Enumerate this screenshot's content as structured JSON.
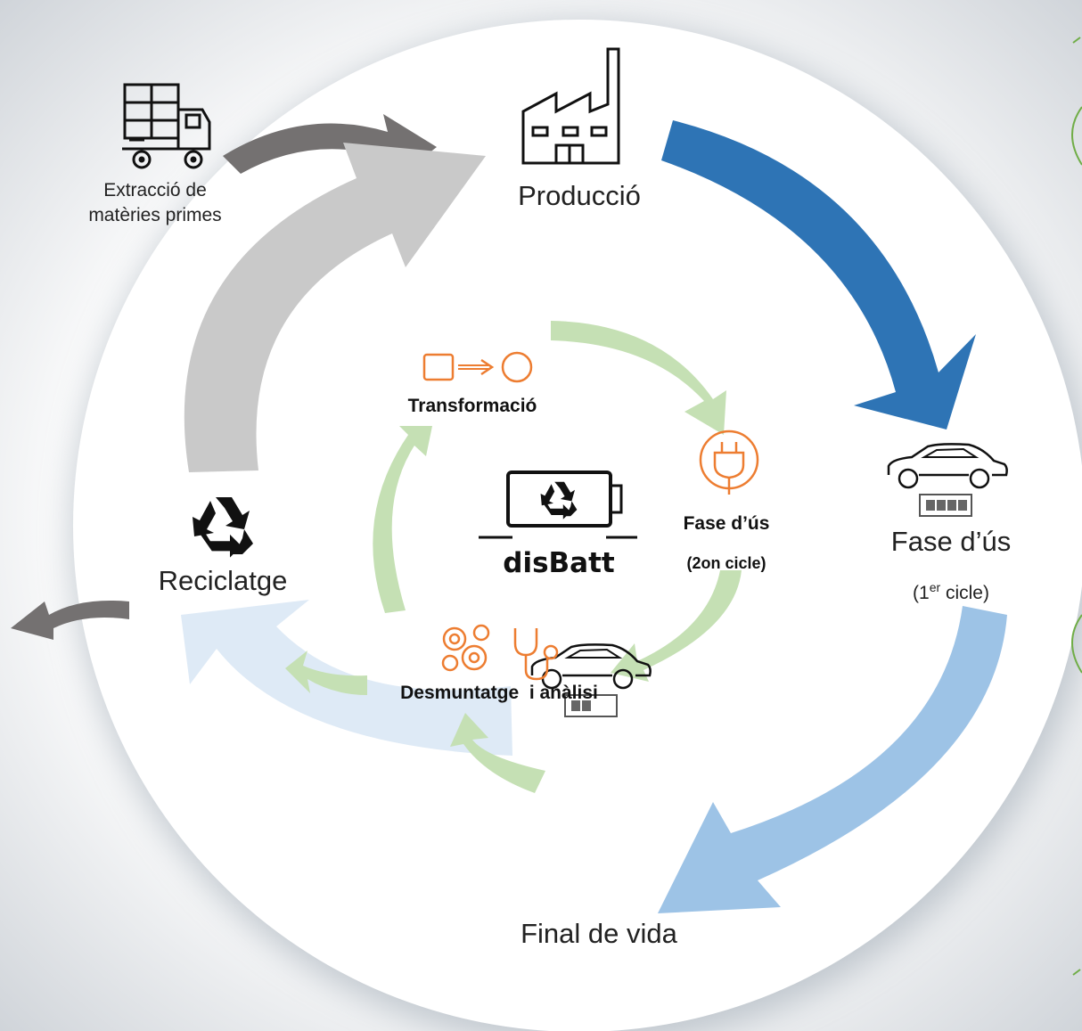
{
  "outer_cycle": {
    "raw_materials": {
      "line1": "Extracció de",
      "line2": "matèries primes"
    },
    "production": "Producció",
    "use_phase": {
      "label": "Fase d’ús",
      "cycle_prefix": "(1",
      "cycle_sup": "er",
      "cycle_suffix": " cicle)"
    },
    "end_of_life": "Final de vida",
    "recycling": "Reciclatge"
  },
  "inner_cycle": {
    "transformation": "Transformació",
    "second_use": {
      "line1": "Fase d’ús",
      "line2": "(2on cicle)"
    },
    "disassembly": "Desmuntatge  i anàlisi"
  },
  "logo": {
    "text": "disBatt"
  },
  "colors": {
    "production_arrow": "#2e74b5",
    "use_arrow": "#9dc3e6",
    "end_of_life_arrow": "#deeaf6",
    "recycling_arrow": "#c9c9c9",
    "raw_material_arrow": "#747171",
    "inner_arrow": "#c5e0b4",
    "icon_orange": "#ed7d31",
    "accent_green": "#70ad47"
  }
}
